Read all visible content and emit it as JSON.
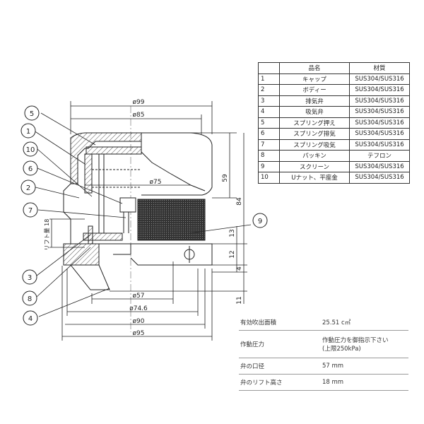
{
  "parts_table": {
    "headers": {
      "name": "品名",
      "material": "材質"
    },
    "rows": [
      {
        "no": "1",
        "name": "キャップ",
        "material": "SUS304/SUS316"
      },
      {
        "no": "2",
        "name": "ボディー",
        "material": "SUS304/SUS316"
      },
      {
        "no": "3",
        "name": "排気弁",
        "material": "SUS304/SUS316"
      },
      {
        "no": "4",
        "name": "吸気弁",
        "material": "SUS304/SUS316"
      },
      {
        "no": "5",
        "name": "スプリング押え",
        "material": "SUS304/SUS316"
      },
      {
        "no": "6",
        "name": "スプリング排気",
        "material": "SUS304/SUS316"
      },
      {
        "no": "7",
        "name": "スプリング吸気",
        "material": "SUS304/SUS316"
      },
      {
        "no": "8",
        "name": "パッキン",
        "material": "テフロン"
      },
      {
        "no": "9",
        "name": "スクリーン",
        "material": "SUS304/SUS316"
      },
      {
        "no": "10",
        "name": "Uナット、平座金",
        "material": "SUS304/SUS316"
      }
    ]
  },
  "specs": {
    "effective_area": {
      "label": "有効吹出面積",
      "value": "25.51 c㎡"
    },
    "operating_pressure": {
      "label": "作動圧力",
      "value_line1": "作動圧力を御指示下さい",
      "value_line2": "(上限250kPa)"
    },
    "valve_diameter": {
      "label": "弁の口径",
      "value": "57 mm"
    },
    "lift_height": {
      "label": "弁のリフト高さ",
      "value": "18 mm"
    }
  },
  "dimensions": {
    "d99": "ø99",
    "d85": "ø85",
    "d75": "ø75",
    "d57": "ø57",
    "d74_6": "ø74.6",
    "d90": "ø90",
    "d95": "ø95",
    "h59": "59",
    "h84": "84",
    "h13": "13",
    "h12": "12",
    "h4": "4",
    "h11": "11",
    "lift": "リフト量 18"
  },
  "callouts": [
    "5",
    "1",
    "10",
    "6",
    "2",
    "7",
    "3",
    "8",
    "4",
    "9"
  ],
  "colors": {
    "line": "#222222",
    "hatch": "#555555",
    "screen": "#3a3a3a"
  }
}
